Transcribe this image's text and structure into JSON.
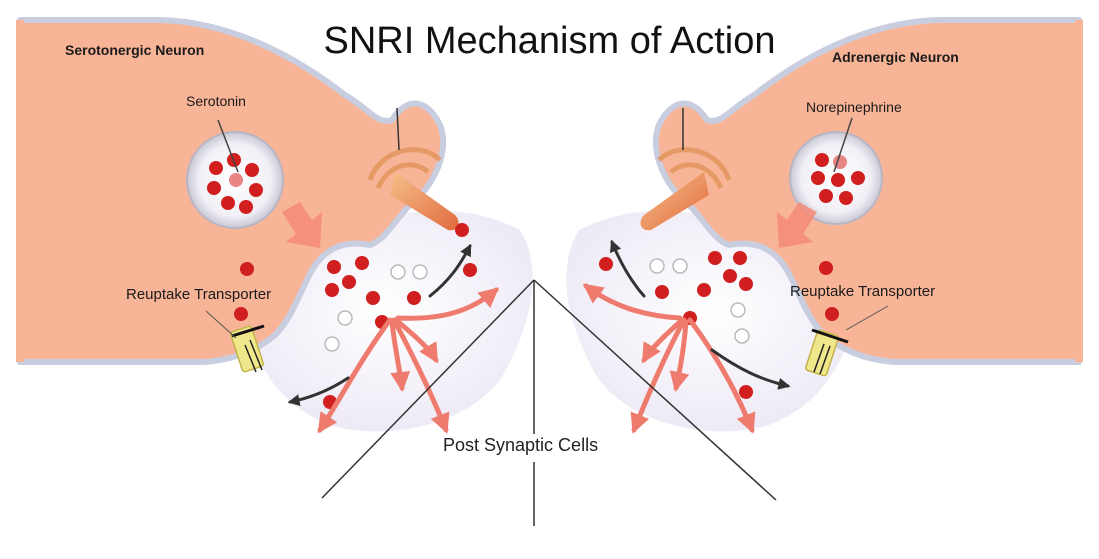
{
  "title": "SNRI Mechanism of Action",
  "left_neuron": {
    "name": "Serotonergic Neuron",
    "transmitter": "Serotonin",
    "transporter": "Reuptake Transporter"
  },
  "right_neuron": {
    "name": "Adrenergic Neuron",
    "transmitter": "Norepinephrine",
    "transporter": "Reuptake Transporter"
  },
  "postsynaptic_label": "Post Synaptic Cells",
  "colors": {
    "neuron_fill": "#f8b497",
    "synapse_fill": "#f4f2fa",
    "membrane": "#c9cde0",
    "molecule": "#d11f1f",
    "empty_molecule": "#ffffff",
    "arrow_red": "#ef7b6e",
    "arrow_dark": "#333333",
    "transporter": "#f0e68a",
    "receptor": "#e59a65"
  }
}
